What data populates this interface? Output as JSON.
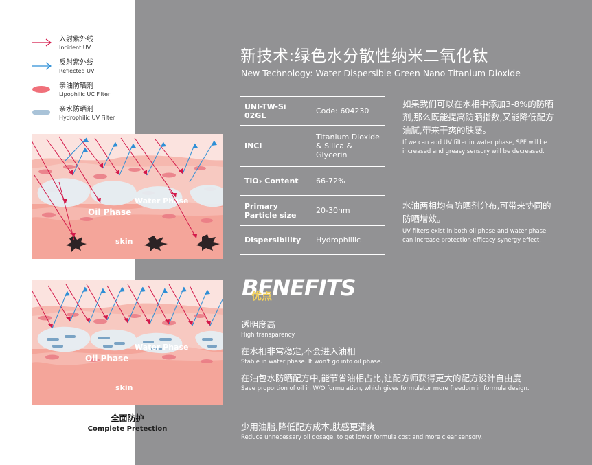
{
  "legend": [
    {
      "zh": "入射紫外线",
      "en": "Incident UV",
      "icon": "red-arrow-icon"
    },
    {
      "zh": "反射紫外线",
      "en": "Reflected UV",
      "icon": "blue-arrow-icon"
    },
    {
      "zh": "亲油防晒剂",
      "en": "Lipophilic UC Filter",
      "icon": "pink-capsule-icon"
    },
    {
      "zh": "亲水防晒剂",
      "en": "Hydrophilic UV Filter",
      "icon": "blue-capsule-icon"
    }
  ],
  "diagram1": {
    "oil": "Oil Phase",
    "water": "Water Phase",
    "skin": "skin"
  },
  "diagram2": {
    "oil": "Oil Phase",
    "water": "Water Phase",
    "skin": "skin"
  },
  "caption": {
    "zh": "全面防护",
    "en": "Complete Pretection"
  },
  "title": {
    "zh": "新技术:绿色水分散性纳米二氧化钛",
    "en": "New Technology: Water Dispersible Green Nano Titanium Dioxide"
  },
  "spec": [
    {
      "k": "UNI-TW-Si 02GL",
      "v": "Code: 604230"
    },
    {
      "k": "INCI",
      "v": "Titanium Dioxide & Silica & Glycerin"
    },
    {
      "k": "TiO₂ Content",
      "v": "66-72%"
    },
    {
      "k": "Primary Particle size",
      "v": "20-30nm"
    },
    {
      "k": "Dispersibility",
      "v": "Hydrophillic"
    }
  ],
  "para1": {
    "zh": "如果我们可以在水相中添加3-8%的防晒剂,那么既能提高防晒指数,又能降低配方油腻,带来干爽的肤感。",
    "en": "If we can add UV filter in water phase, SPF will be increased and greasy sensory will be decreased."
  },
  "para2": {
    "zh": "水油两相均有防晒剂分布,可带来协同的防晒增效。",
    "en": "UV filters exist in both oil phase and water phase can increase protection efficacy synergy effect."
  },
  "benefits": {
    "title": "BENEFITS",
    "subtitle": "优点",
    "items": [
      {
        "zh": "透明度高",
        "en": "High transparency"
      },
      {
        "zh": "在水相非常稳定,不会进入油相",
        "en": "Stable in water phase. It won't go into oil phase."
      },
      {
        "zh": "在油包水防晒配方中,能节省油相占比,让配方师获得更大的配方设计自由度",
        "en": "Save proportion of oil in W/O formulation, which gives formulator more freedom in formula design."
      },
      {
        "zh": "少用油脂,降低配方成本,肤感更清爽",
        "en": "Reduce unnecessary oil dosage, to get lower formula cost and more clear sensory."
      }
    ]
  },
  "colors": {
    "panel": "#929294",
    "accent": "#f2d05c",
    "red_arrow": "#d3194a",
    "blue_arrow": "#2e8fd6",
    "skin": "#f4a59a"
  }
}
